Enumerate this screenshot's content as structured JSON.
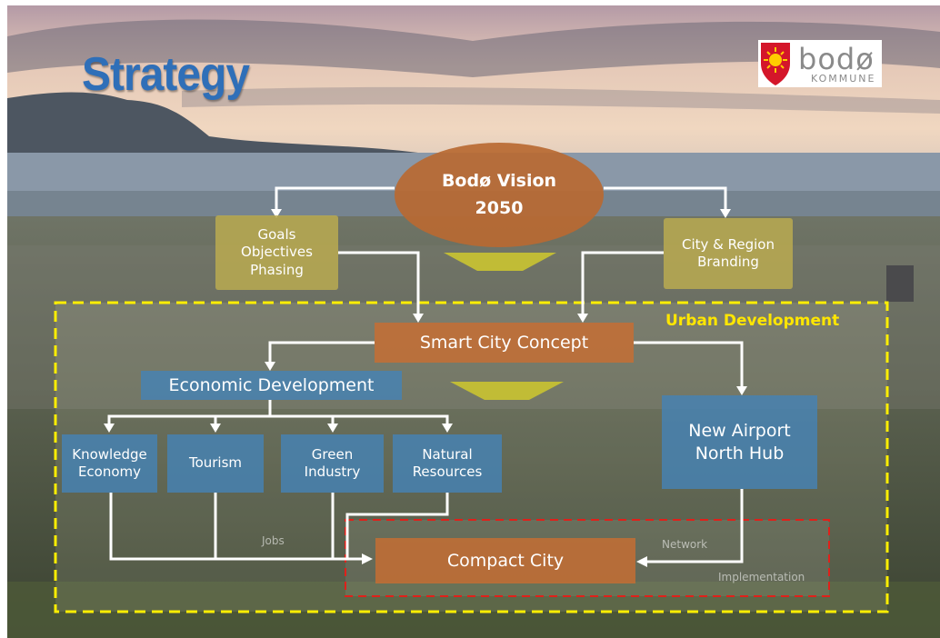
{
  "slide": {
    "title": "Strategy"
  },
  "logo": {
    "word": "bodø",
    "sub": "KOMMUNE"
  },
  "regions": {
    "urban_development": "Urban Development"
  },
  "nodes": {
    "vision_line1": "Bodø Vision",
    "vision_line2": "2050",
    "goals": [
      "Goals",
      "Objectives",
      "Phasing"
    ],
    "branding": [
      "City & Region",
      "Branding"
    ],
    "smart_city": "Smart City Concept",
    "economic": "Economic Development",
    "knowledge": [
      "Knowledge",
      "Economy"
    ],
    "tourism": "Tourism",
    "green": [
      "Green",
      "Industry"
    ],
    "natural": [
      "Natural",
      "Resources"
    ],
    "airport": [
      "New Airport",
      "North Hub"
    ],
    "compact_city": "Compact City"
  },
  "faint": {
    "jobs": "Jobs",
    "network": "Network",
    "implementation": "Implementation"
  },
  "colors": {
    "title": "#2f6fb8",
    "urban_border": "#ffee00",
    "implementation_border": "#e0201a",
    "orange_node": "#c86e32",
    "blue_node": "#4682b4",
    "olive_node": "#baaa50"
  }
}
